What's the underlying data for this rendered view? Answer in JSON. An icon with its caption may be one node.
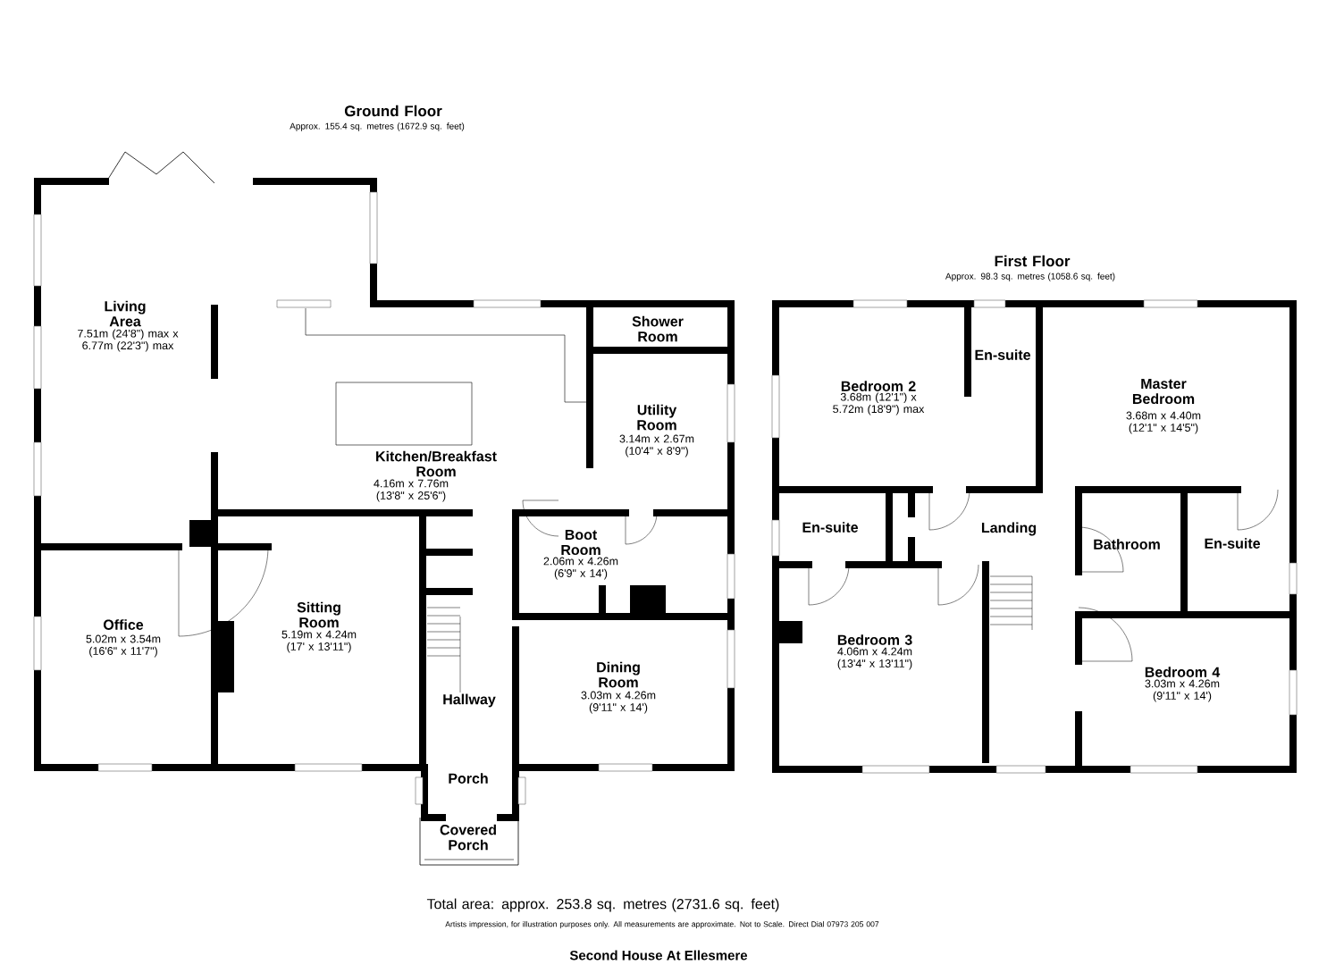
{
  "diagram": {
    "caption": "Second House At Ellesmere",
    "labels": [
      "Ground Floor",
      "Approx. 155.4 sq. metres (1672.9 sq. feet)",
      "First Floor",
      "Approx. 98.3 sq. metres (1058.6 sq. feet)",
      "Living Area",
      "7.51m (24'8\") max x 6.77m (22'3\") max",
      "Kitchen/Breakfast Room",
      "4.16m x 7.76m (13'8\" x 25'6\")",
      "Shower Room",
      "Utility Room",
      "3.14m x 2.67m (10'4\" x 8'9\")",
      "Boot Room",
      "2.06m x 4.26m (6'9\" x 14')",
      "Office",
      "5.02m x 3.54m (16'6\" x 11'7\")",
      "Sitting Room",
      "5.19m x 4.24m (17' x 13'11\")",
      "Dining Room",
      "3.03m x 4.26m (9'11\" x 14')",
      "Hallway",
      "Porch",
      "Covered Porch",
      "Bedroom 2",
      "3.68m (12'1\") x 5.72m (18'9\") max",
      "En-suite",
      "Master Bedroom",
      "3.68m x 4.40m (12'1\" x 14'5\")",
      "En-suite",
      "Landing",
      "Bathroom",
      "En-suite",
      "Bedroom 3",
      "4.06m x 4.24m (13'4\" x 13'11\")",
      "Bedroom 4",
      "3.03m x 4.26m (9'11\" x 14')",
      "Total area: approx. 253.8 sq. metres (2731.6 sq. feet)",
      "Artists impression, for illustration purposes only. All measurements are approximate. Not to Scale. Direct Dial 07973 205 007"
    ]
  }
}
